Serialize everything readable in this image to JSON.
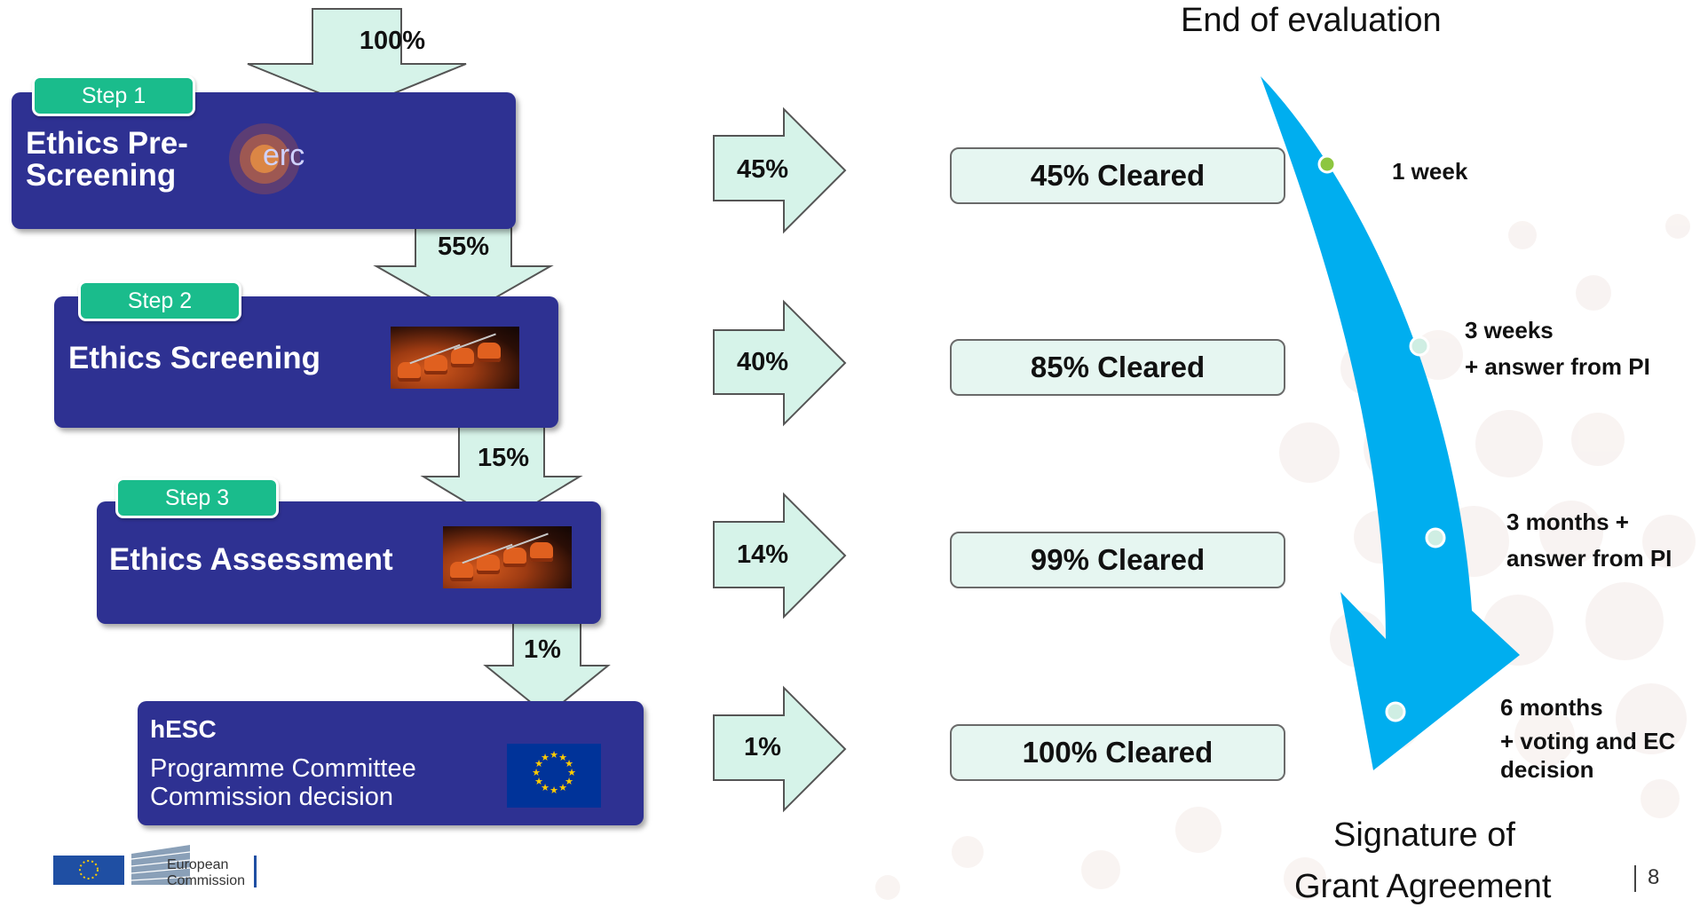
{
  "flow": {
    "arrows_down": [
      "100%",
      "55%",
      "15%",
      "1%"
    ],
    "steps": [
      {
        "tag": "Step 1",
        "title": "Ethics Pre-\nScreening",
        "logo_text": "erc"
      },
      {
        "tag": "Step 2",
        "title": "Ethics Screening"
      },
      {
        "tag": "Step 3",
        "title": "Ethics Assessment"
      }
    ],
    "hesc": {
      "title": "hESC",
      "line1": "Programme Committee",
      "line2": "Commission decision"
    }
  },
  "right_arrows": [
    "45%",
    "40%",
    "14%",
    "1%"
  ],
  "cleared": [
    "45% Cleared",
    "85% Cleared",
    "99% Cleared",
    "100% Cleared"
  ],
  "timeline": {
    "start": "End of evaluation",
    "end_line1": "Signature of",
    "end_line2": "Grant Agreement",
    "milestones": [
      {
        "line1": "1 week",
        "line2": ""
      },
      {
        "line1": "3 weeks",
        "line2": "+ answer from PI"
      },
      {
        "line1": "3 months +",
        "line2": "answer from PI"
      },
      {
        "line1": "6 months",
        "line2": "+ voting and EC",
        "line3": "decision"
      }
    ]
  },
  "footer": {
    "brand_line1": "European",
    "brand_line2": "Commission",
    "page_number": "8"
  },
  "colors": {
    "box_navy": "#2e3192",
    "tag_green": "#1abc8c",
    "arrow_fill": "#d6f3e9",
    "timeline_blue": "#00aeef",
    "dot_green": "#8dc63f"
  }
}
